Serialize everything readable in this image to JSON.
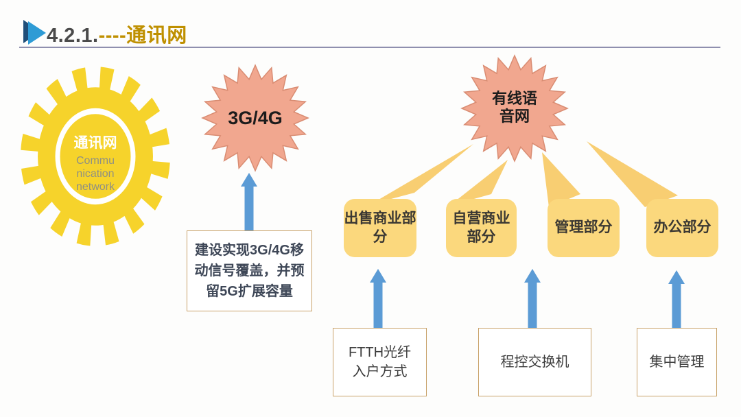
{
  "header": {
    "number": "4.2.1.",
    "dashes": "----",
    "title": "通讯网"
  },
  "gear": {
    "title": "通讯网",
    "subtitle_lines": [
      "Commu",
      "nication",
      "network"
    ]
  },
  "stars": {
    "mobile": {
      "label": "3G/4G"
    },
    "voice": {
      "line1": "有线语",
      "line2": "音网"
    }
  },
  "note": "建设实现3G/4G移动信号覆盖，并预留5G扩展容量",
  "branches": [
    "出售商业部分",
    "自营商业部分",
    "管理部分",
    "办公部分"
  ],
  "foundations": [
    "FTTH光纤入户方式",
    "程控交换机",
    "集中管理"
  ],
  "colors": {
    "gear_yellow": "#f6d32b",
    "star_salmon": "#f1a78f",
    "star_outline": "#d98c72",
    "beam_gold": "#f8ce72",
    "branch_box_gold": "#fbd87d",
    "arrow_blue": "#5b9bd5",
    "title_gold": "#bf9000",
    "title_gray": "#4a4a4a",
    "box_border_tan": "#c8a168",
    "rule_gray": "#8f8fae"
  }
}
